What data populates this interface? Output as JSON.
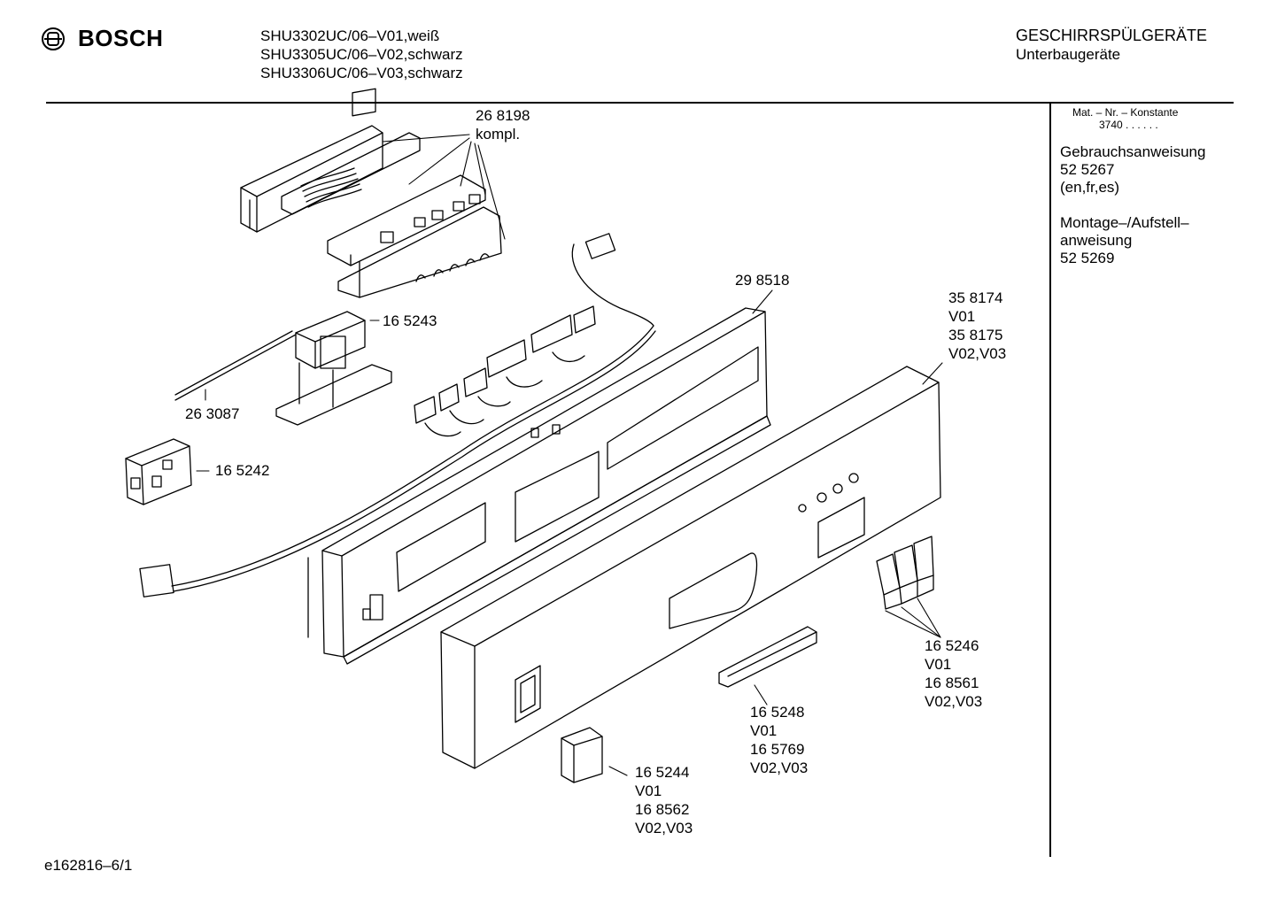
{
  "header": {
    "brand": "BOSCH",
    "models": [
      "SHU3302UC/06–V01,weiß",
      "SHU3305UC/06–V02,schwarz",
      "SHU3306UC/06–V03,schwarz"
    ],
    "category": "GESCHIRRSPÜLGERÄTE",
    "subcategory": "Unterbaugeräte"
  },
  "sidebar": {
    "mat_label": "Mat. – Nr. – Konstante",
    "mat_value": "3740 . . . . . .",
    "docs": [
      {
        "title": "Gebrauchsanweisung",
        "lines": [
          "52 5267",
          "(en,fr,es)"
        ]
      },
      {
        "title": "Montage–/Aufstell–",
        "lines": [
          "anweisung",
          "52 5269"
        ]
      }
    ]
  },
  "parts": {
    "p268198": [
      "26 8198",
      "kompl."
    ],
    "p165243": [
      "16 5243"
    ],
    "p263087": [
      "26 3087"
    ],
    "p165242": [
      "16 5242"
    ],
    "p298518": [
      "29 8518"
    ],
    "p358174": [
      "35 8174",
      "V01",
      "35 8175",
      "V02,V03"
    ],
    "p165246": [
      "16 5246",
      "V01",
      "16 8561",
      "V02,V03"
    ],
    "p165248": [
      "16 5248",
      "V01",
      "16 5769",
      "V02,V03"
    ],
    "p165244": [
      "16 5244",
      "V01",
      "16 8562",
      "V02,V03"
    ]
  },
  "footer": {
    "code": "e162816–6/1"
  },
  "icons": {
    "logo": "bosch-armature-logo-icon"
  }
}
